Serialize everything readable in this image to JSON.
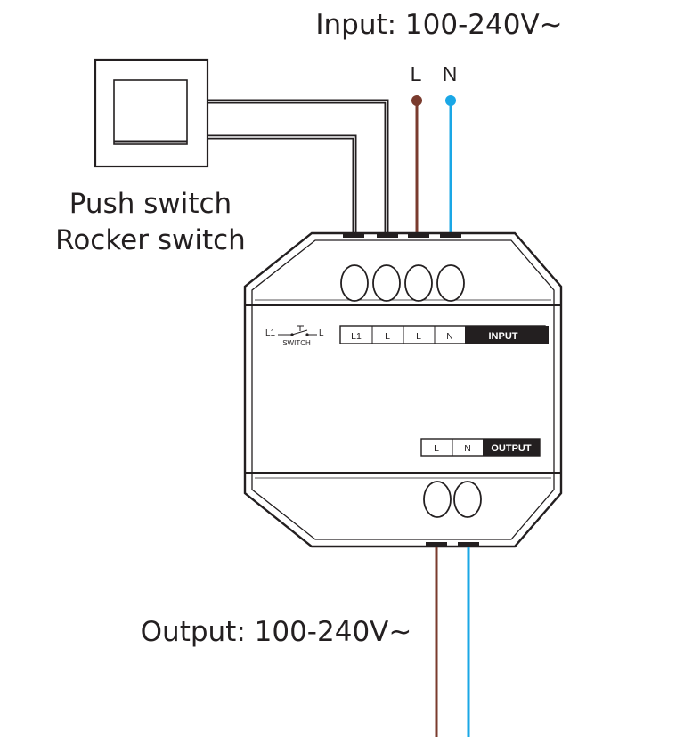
{
  "labels": {
    "input_caption": "Input: 100-240V~",
    "output_caption": "Output: 100-240V~",
    "wire_l": "L",
    "wire_n": "N",
    "switch_line1": "Push switch",
    "switch_line2": "Rocker switch"
  },
  "module": {
    "switch_symbol": {
      "left": "L1",
      "right": "L",
      "caption": "SWITCH"
    },
    "input_block": {
      "terminals": [
        "L1",
        "L",
        "L",
        "N"
      ],
      "label": "INPUT"
    },
    "output_block": {
      "terminals": [
        "L",
        "N"
      ],
      "label": "OUTPUT"
    }
  },
  "colors": {
    "live_wire": "#7a3b2e",
    "neutral_wire": "#1aa7e6",
    "switch_wire": "#231f20",
    "outline": "#231f20"
  }
}
